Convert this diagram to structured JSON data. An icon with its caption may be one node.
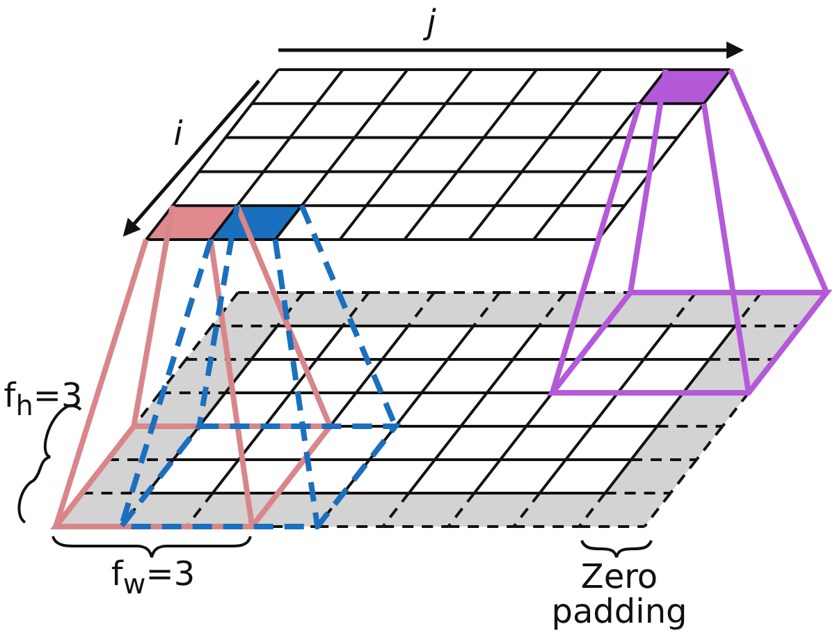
{
  "diagram": {
    "labels": [
      "j",
      "i",
      "f$_{h}$=3",
      "f$_{w}$=3",
      "Zero padding"
    ]
  }
}
